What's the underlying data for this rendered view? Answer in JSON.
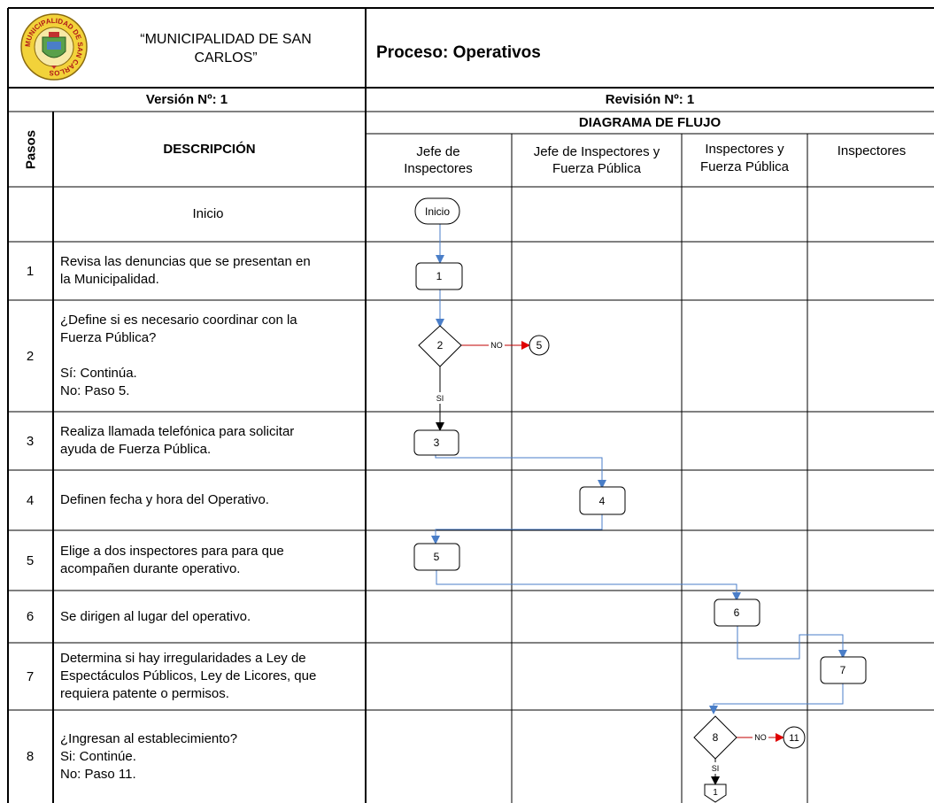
{
  "header": {
    "org_name": "“MUNICIPALIDAD DE SAN CARLOS”",
    "seal_text": "MUNICIPALIDAD DE SAN CARLOS",
    "process_title": "Proceso: Operativos",
    "version": "Versión Nº: 1",
    "revision": "Revisión Nº: 1"
  },
  "columns": {
    "steps": "Pasos",
    "description": "DESCRIPCIÓN",
    "diagram": "DIAGRAMA DE FLUJO",
    "lane1": "Jefe de Inspectores",
    "lane2": "Jefe de Inspectores y Fuerza Pública",
    "lane3": "Inspectores y Fuerza Pública",
    "lane4": "Inspectores"
  },
  "rows": [
    {
      "step": "",
      "lines": [
        "Inicio"
      ]
    },
    {
      "step": "1",
      "lines": [
        "Revisa las denuncias que se presentan en",
        "la Municipalidad."
      ]
    },
    {
      "step": "2",
      "lines": [
        "¿Define si es necesario coordinar con la",
        "Fuerza Pública?",
        "",
        "Sí: Continúa.",
        "No: Paso 5."
      ]
    },
    {
      "step": "3",
      "lines": [
        "Realiza llamada telefónica para solicitar",
        "ayuda de Fuerza Pública."
      ]
    },
    {
      "step": "4",
      "lines": [
        "Definen fecha y hora del Operativo."
      ]
    },
    {
      "step": "5",
      "lines": [
        "Elige a dos inspectores para para que",
        "acompañen durante operativo."
      ]
    },
    {
      "step": "6",
      "lines": [
        "Se dirigen al lugar del operativo."
      ]
    },
    {
      "step": "7",
      "lines": [
        "Determina si hay irregularidades a Ley de",
        "Espectáculos Públicos, Ley de Licores, que",
        "requiera patente o permisos."
      ]
    },
    {
      "step": "8",
      "lines": [
        "¿Ingresan al establecimiento?",
        "Si: Continúe.",
        "No: Paso 11."
      ]
    }
  ],
  "flow": {
    "start": "Inicio",
    "p1": "1",
    "d2": "2",
    "c5": "5",
    "p3": "3",
    "p4": "4",
    "p5": "5",
    "p6": "6",
    "p7": "7",
    "d8": "8",
    "c11": "11",
    "offpage": "1",
    "no_label": "NO",
    "yes_label": "SI"
  },
  "colors": {
    "flow_blue": "#4a7ec8",
    "no_arrow": "#e00000",
    "grid": "#000000"
  }
}
